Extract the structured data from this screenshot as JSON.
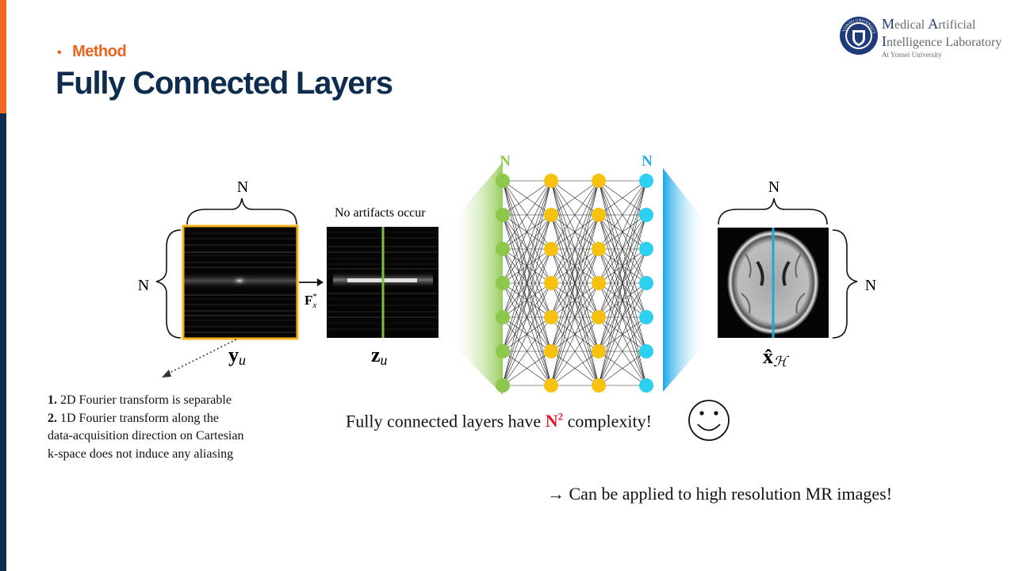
{
  "header": {
    "section": "Method",
    "title": "Fully Connected Layers"
  },
  "lab": {
    "line1_cap1": "M",
    "line1_rest1": "edical ",
    "line1_cap2": "A",
    "line1_rest2": "rtificial",
    "line2_cap": "I",
    "line2_rest": "ntelligence Laboratory",
    "line3": "At Yonsei University",
    "logo_text": "YONSEI UNIVERSITY"
  },
  "diagram": {
    "dim_label": "N",
    "no_artifacts": "No artifacts occur",
    "operator_label": "F*x",
    "yu_label": "y",
    "yu_sub": "u",
    "zu_label": "z",
    "zu_sub": "u",
    "xh_label": "x̂",
    "xh_sub": "ℋ",
    "colors": {
      "green": "#8DC84C",
      "yellow": "#F7C10F",
      "cyan": "#2CD0F0",
      "orange_border": "#F7B31B",
      "line_green": "#7CC043",
      "line_blue": "#1BA7E8"
    }
  },
  "notes": [
    {
      "num": "1.",
      "text": " 2D Fourier transform is separable"
    },
    {
      "num": "2.",
      "text": " 1D Fourier transform along the"
    },
    {
      "num": "",
      "text": "data-acquisition direction on Cartesian"
    },
    {
      "num": "",
      "text": "k-space does not induce any aliasing"
    }
  ],
  "complexity": {
    "before": "Fully connected layers have ",
    "n": "N",
    "sup": "2",
    "after": " complexity!"
  },
  "conclusion": "→ Can be applied to high resolution MR images!"
}
